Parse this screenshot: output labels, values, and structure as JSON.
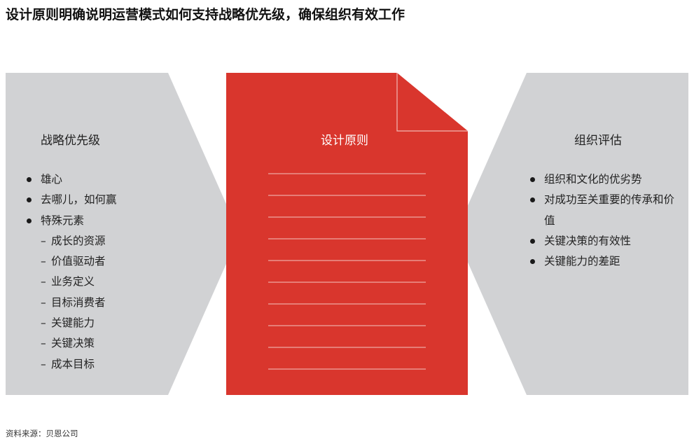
{
  "title": "设计原则明确说明运营模式如何支持战略优先级，确保组织有效工作",
  "left_panel": {
    "heading": "战略优先级",
    "bullets": [
      "雄心",
      "去哪儿，如何赢",
      "特殊元素"
    ],
    "sub_items": [
      "成长的资源",
      "价值驱动者",
      "业务定义",
      "目标消费者",
      "关键能力",
      "关键决策",
      "成本目标"
    ]
  },
  "center_panel": {
    "heading": "设计原则"
  },
  "right_panel": {
    "heading": "组织评估",
    "bullets": [
      "组织和文化的优劣势",
      "对成功至关重要的传承和价值",
      "关键决策的有效性",
      "关键能力的差距"
    ]
  },
  "source": "资料来源：贝恩公司",
  "colors": {
    "gray_panel": "#d1d2d4",
    "red_document": "#d9362d",
    "fold_line": "#f2b8b3",
    "doc_lines": "#f4c4bf"
  },
  "dash_glyph": "–"
}
